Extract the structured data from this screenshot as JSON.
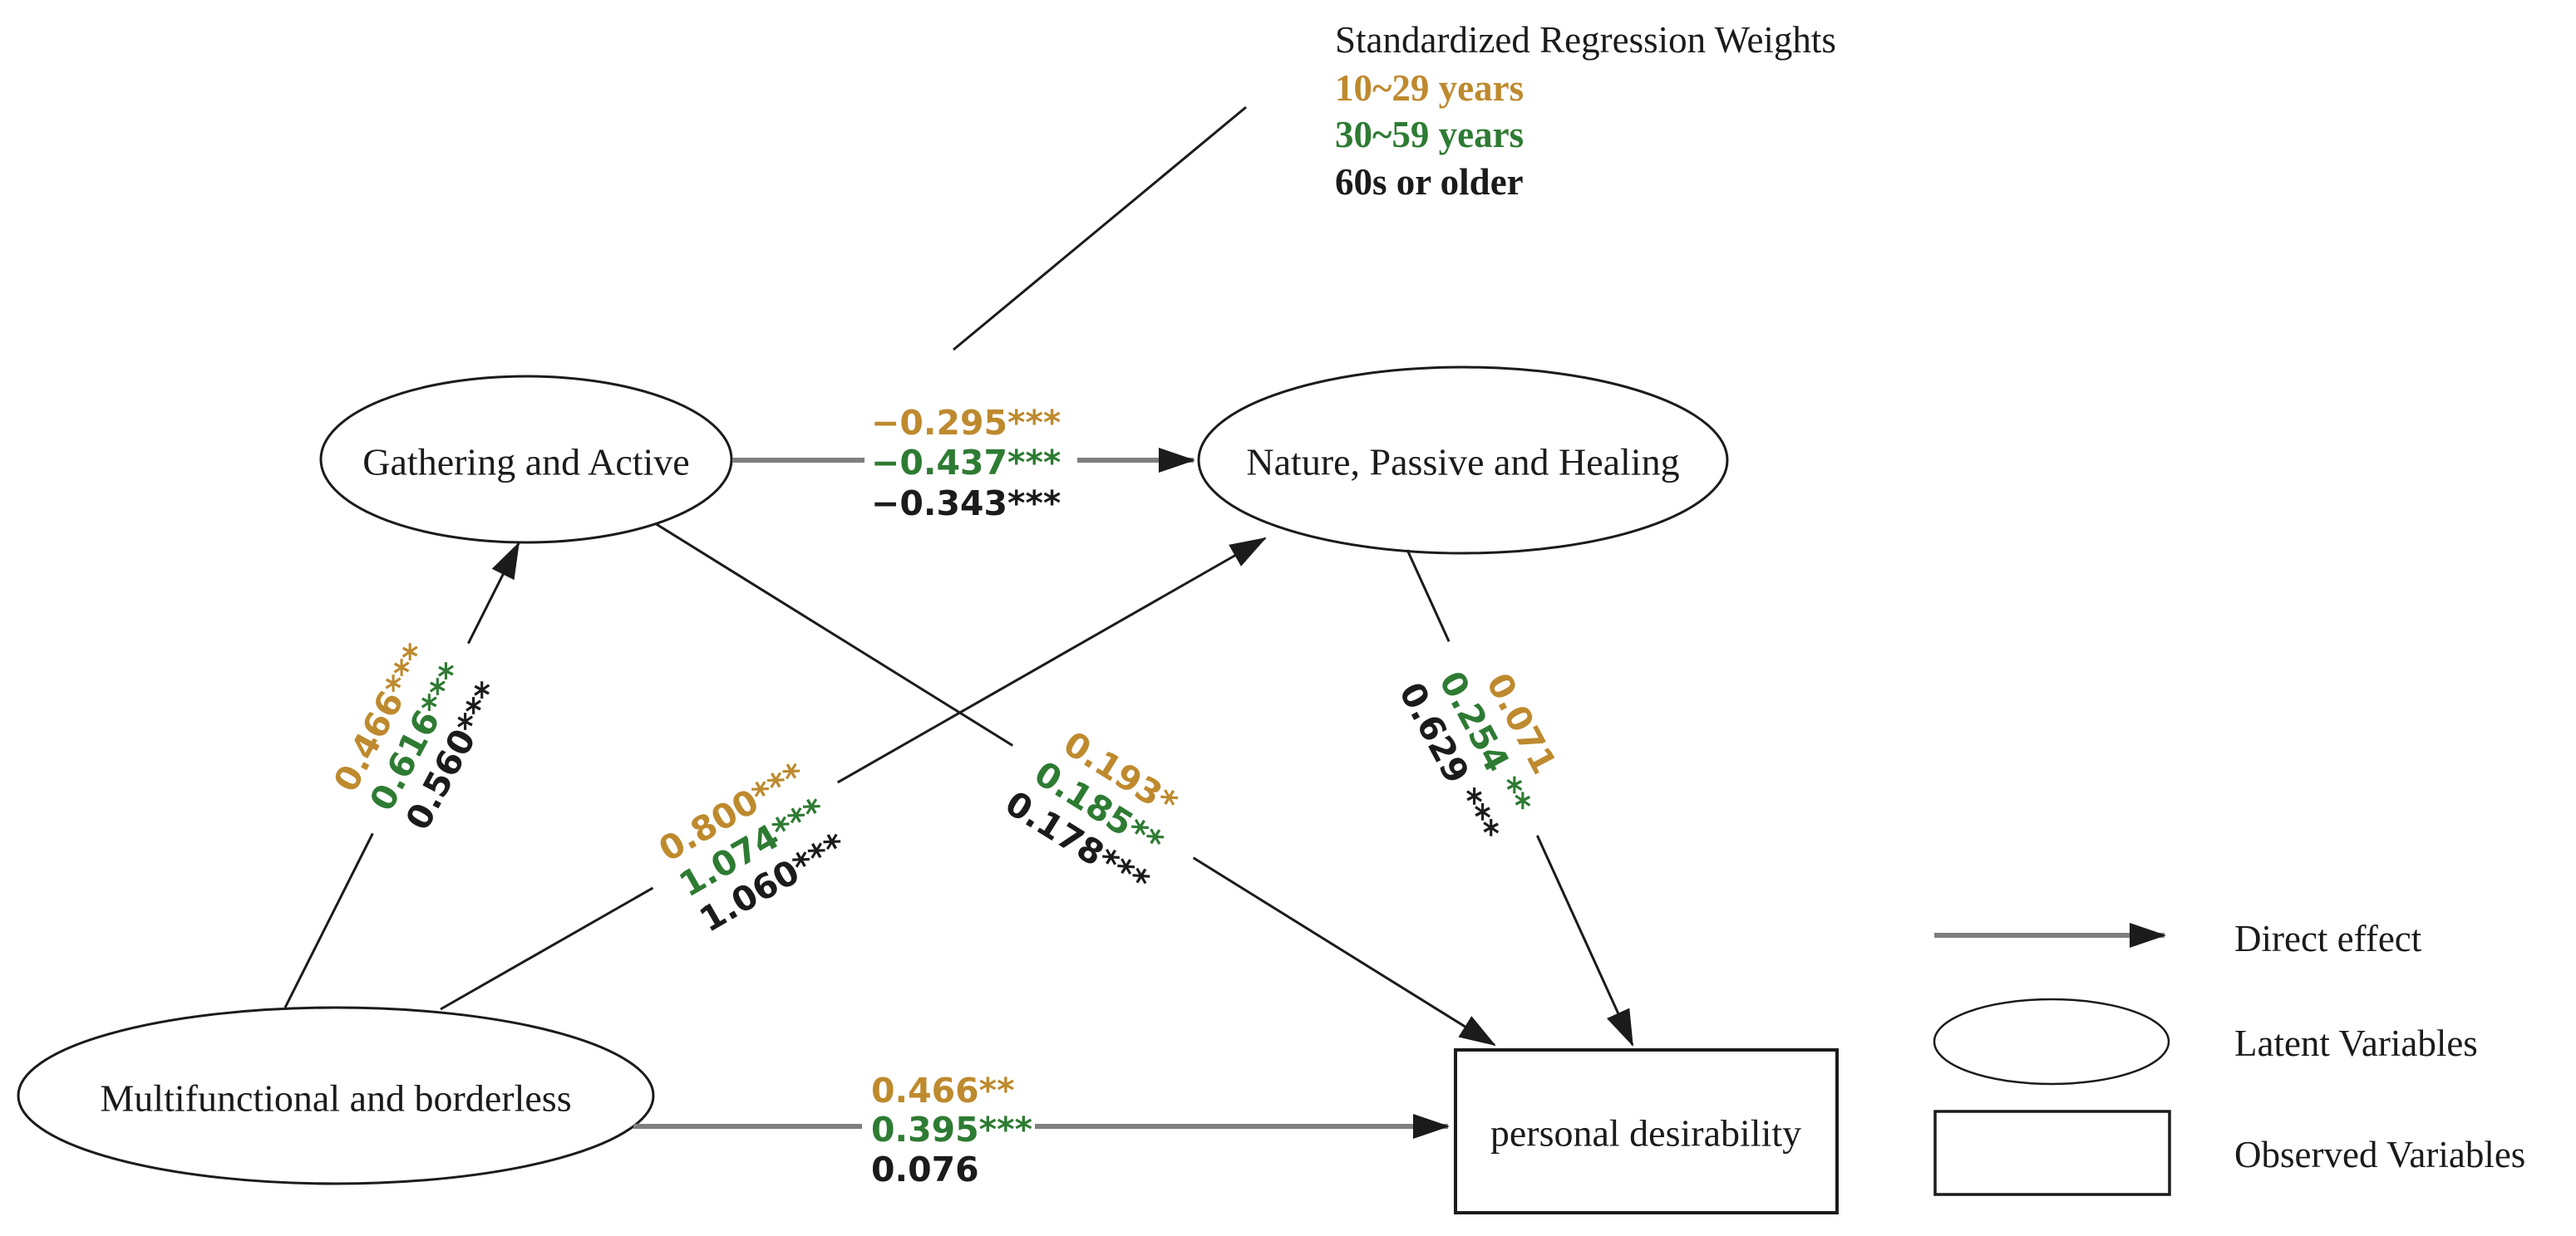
{
  "colors": {
    "age_10_29": "#BE8A2E",
    "age_30_59": "#2E7B33",
    "age_60_plus": "#1B1B1B",
    "line_gray": "#7F7F7F",
    "line_black": "#1B1B1B"
  },
  "weights_legend": {
    "title": "Standardized Regression Weights",
    "age_groups": [
      "10~29 years",
      "30~59 years",
      "60s or older"
    ]
  },
  "nodes": {
    "gathering": {
      "label": "Gathering and Active",
      "type": "latent"
    },
    "nature": {
      "label": "Nature, Passive and Healing",
      "type": "latent"
    },
    "multifunctional": {
      "label": "Multifunctional and borderless",
      "type": "latent"
    },
    "personal_desirability": {
      "label": "personal desirability",
      "type": "observed"
    }
  },
  "paths": {
    "gathering_to_nature": {
      "from": "Gathering and Active",
      "to": "Nature, Passive and Healing",
      "weights": [
        "−0.295***",
        "−0.437***",
        "−0.343***"
      ]
    },
    "multifunctional_to_gathering": {
      "from": "Multifunctional and borderless",
      "to": "Gathering and Active",
      "weights": [
        "0.466***",
        "0.616***",
        "0.560***"
      ]
    },
    "multifunctional_to_nature": {
      "from": "Multifunctional and borderless",
      "to": "Nature, Passive and Healing",
      "weights": [
        "0.800***",
        "1.074***",
        "1.060***"
      ]
    },
    "gathering_to_personal": {
      "from": "Gathering and Active",
      "to": "personal desirability",
      "weights": [
        "0.193*",
        "0.185**",
        "0.178***"
      ]
    },
    "nature_to_personal": {
      "from": "Nature, Passive and Healing",
      "to": "personal desirability",
      "weights": [
        "0.071",
        "0.254 **",
        "0.629 ***"
      ]
    },
    "multifunctional_to_personal": {
      "from": "Multifunctional and borderless",
      "to": "personal desirability",
      "weights": [
        "0.466**",
        "0.395***",
        "0.076"
      ]
    }
  },
  "shape_legend": {
    "direct_effect": "Direct effect",
    "latent": "Latent Variables",
    "observed": "Observed Variables"
  }
}
